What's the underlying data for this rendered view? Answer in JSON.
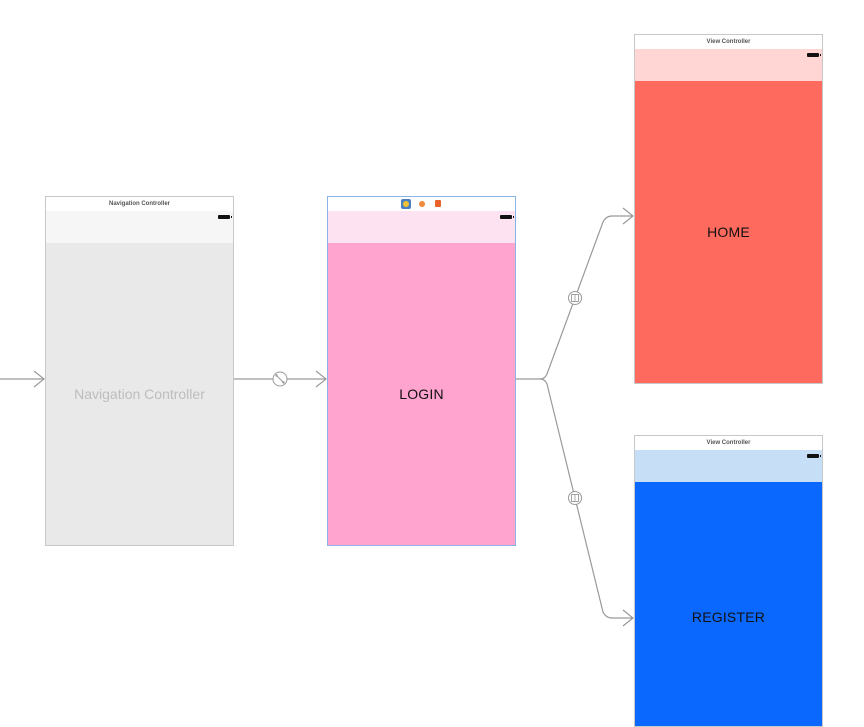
{
  "navigation_controller": {
    "title": "Navigation Controller",
    "label": "Navigation Controller",
    "status_bar_color": "#f6f6f6",
    "content_color": "#e9e9e9"
  },
  "login_scene": {
    "dock_icons": [
      "view-controller-icon",
      "first-responder-icon",
      "exit-icon"
    ],
    "label": "LOGIN",
    "status_bar_color": "#fde3f1",
    "content_color": "#ffa3cf"
  },
  "home_scene": {
    "title": "View Controller",
    "label": "HOME",
    "status_bar_color": "#ffd6d3",
    "content_color": "#ff6a5e"
  },
  "register_scene": {
    "title": "View Controller",
    "label": "REGISTER",
    "status_bar_color": "#c6dff7",
    "content_color": "#0a68ff"
  },
  "segues": [
    {
      "from": "entry-point",
      "to": "navigation-controller",
      "kind": "initial"
    },
    {
      "from": "navigation-controller",
      "to": "login",
      "kind": "root-view-controller"
    },
    {
      "from": "login",
      "to": "home",
      "kind": "show"
    },
    {
      "from": "login",
      "to": "register",
      "kind": "show"
    }
  ],
  "colors": {
    "segue_line": "#9a9a9a",
    "scene_border": "#c8c8c8",
    "selection": "#8ab4e8"
  }
}
